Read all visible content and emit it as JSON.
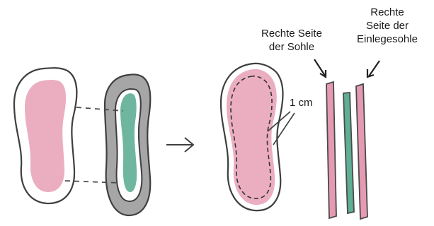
{
  "labels": {
    "right_side_of_sole": [
      "Rechte Seite",
      "der Sohle"
    ],
    "right_side_of_insole": [
      "Rechte",
      "Seite der",
      "Einlegesohle"
    ],
    "seam_allowance": "1 cm"
  },
  "colors": {
    "sole_fill": "#e69ab1",
    "insole_fill": "#5fae96",
    "rim_fill": "#a6a6a6",
    "outline": "#4a4a4a"
  }
}
